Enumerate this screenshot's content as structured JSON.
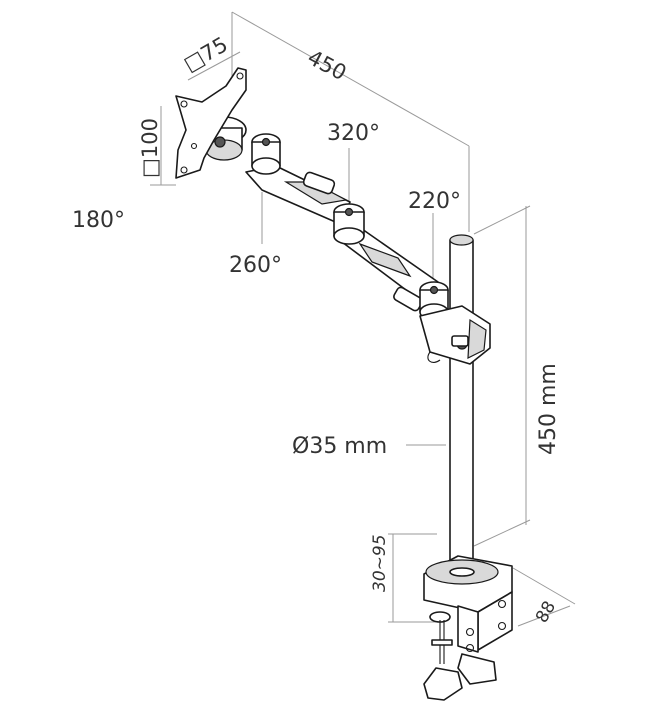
{
  "diagram": {
    "labels": {
      "vesa_75": "□75",
      "vesa_100": "□100",
      "arm_length": "450",
      "rot_180": "180°",
      "rot_260": "260°",
      "rot_320": "320°",
      "rot_220": "220°",
      "pole_diameter": "Ø35 mm",
      "pole_height": "450 mm",
      "clamp_range": "30~95",
      "clamp_depth": "88"
    },
    "colors": {
      "line": "#1a1a1a",
      "dimension": "#9a9a9a",
      "text": "#333333",
      "shading": "#d9d9d9"
    }
  }
}
